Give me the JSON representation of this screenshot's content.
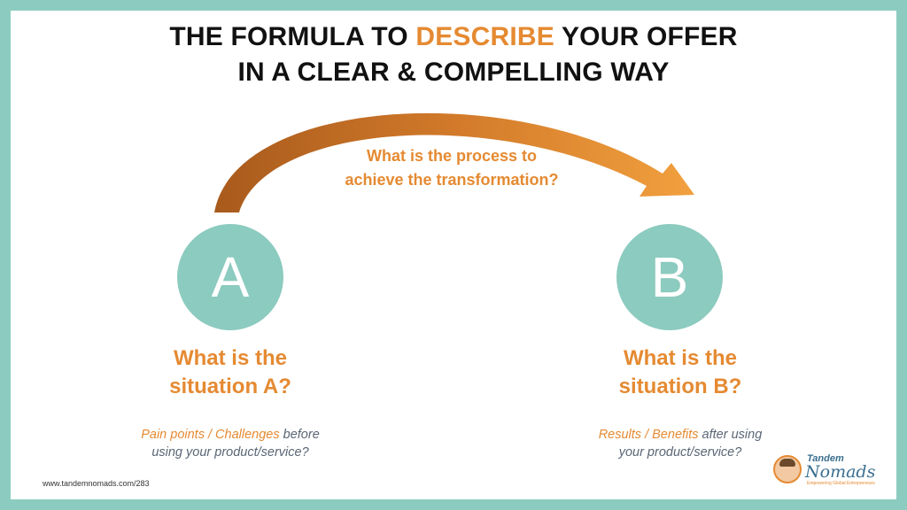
{
  "title": {
    "line1_pre": "THE FORMULA TO ",
    "line1_highlight": "DESCRIBE",
    "line1_post": " YOUR OFFER",
    "line2": "IN A CLEAR & COMPELLING WAY"
  },
  "process": {
    "line1": "What is the process to",
    "line2": "achieve the transformation?"
  },
  "nodes": {
    "a": {
      "letter": "A",
      "question_line1": "What is the",
      "question_line2": "situation A?"
    },
    "b": {
      "letter": "B",
      "question_line1": "What is the",
      "question_line2": "situation B?"
    }
  },
  "sub_a": {
    "highlight": "Pain points / Challenges",
    "rest": " before",
    "line2": "using your product/service?"
  },
  "sub_b": {
    "highlight": "Results / Benefits",
    "rest": " after using",
    "line2": "your product/service?"
  },
  "footer": {
    "url": "www.tandemnomads.com/283"
  },
  "logo": {
    "line1": "Tandem",
    "line2": "Nomads",
    "tagline": "Empowering Global Entrepreneurs"
  },
  "colors": {
    "accent": "#e58a32",
    "teal": "#8ccbbf",
    "arrow_dark": "#a85a1c",
    "arrow_light": "#f2a13f"
  }
}
